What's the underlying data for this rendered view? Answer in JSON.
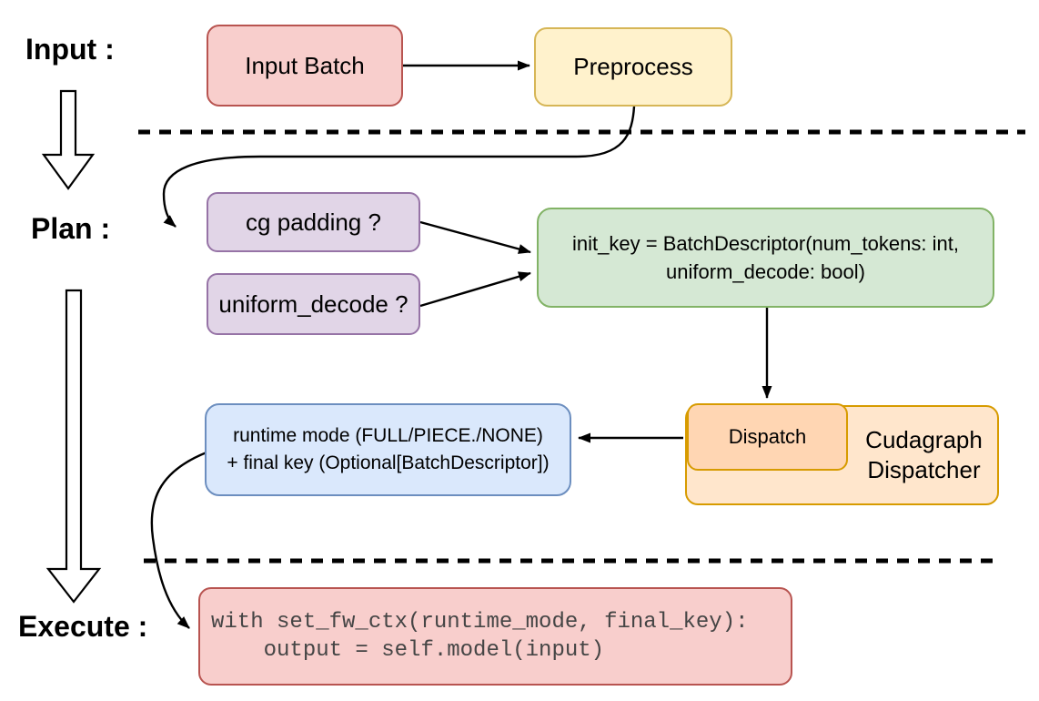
{
  "diagram": {
    "stages": {
      "input_label": "Input :",
      "plan_label": "Plan :",
      "execute_label": "Execute :"
    },
    "nodes": {
      "input_batch": {
        "label": "Input Batch"
      },
      "preprocess": {
        "label": "Preprocess"
      },
      "cg_padding": {
        "label": "cg padding ?"
      },
      "uniform_decode": {
        "label": "uniform_decode ?"
      },
      "init_key": {
        "line1": "init_key = BatchDescriptor(num_tokens: int,",
        "line2": "uniform_decode: bool)"
      },
      "dispatch": {
        "label": "Dispatch"
      },
      "cudagraph_dispatcher": {
        "line1": "Cudagraph",
        "line2": "Dispatcher"
      },
      "runtime_mode": {
        "line1": "runtime mode (FULL/PIECE./NONE)",
        "line2": "+ final key (Optional[BatchDescriptor])"
      },
      "execute_code": {
        "line1": "with set_fw_ctx(runtime_mode, final_key):",
        "line2": "    output = self.model(input)"
      }
    },
    "colors": {
      "red_fill": "#f8cecc",
      "red_border": "#b85450",
      "yellow_fill": "#fff2cc",
      "yellow_border": "#d6b656",
      "purple_fill": "#e1d5e7",
      "purple_border": "#9673a6",
      "green_fill": "#d5e8d4",
      "green_border": "#82b366",
      "blue_fill": "#dae8fc",
      "blue_border": "#6c8ebf",
      "orange_fill": "#ffe6cc",
      "orange_border": "#d79b00",
      "peach_fill": "#ffd6b3",
      "edge_color": "#000000"
    }
  }
}
